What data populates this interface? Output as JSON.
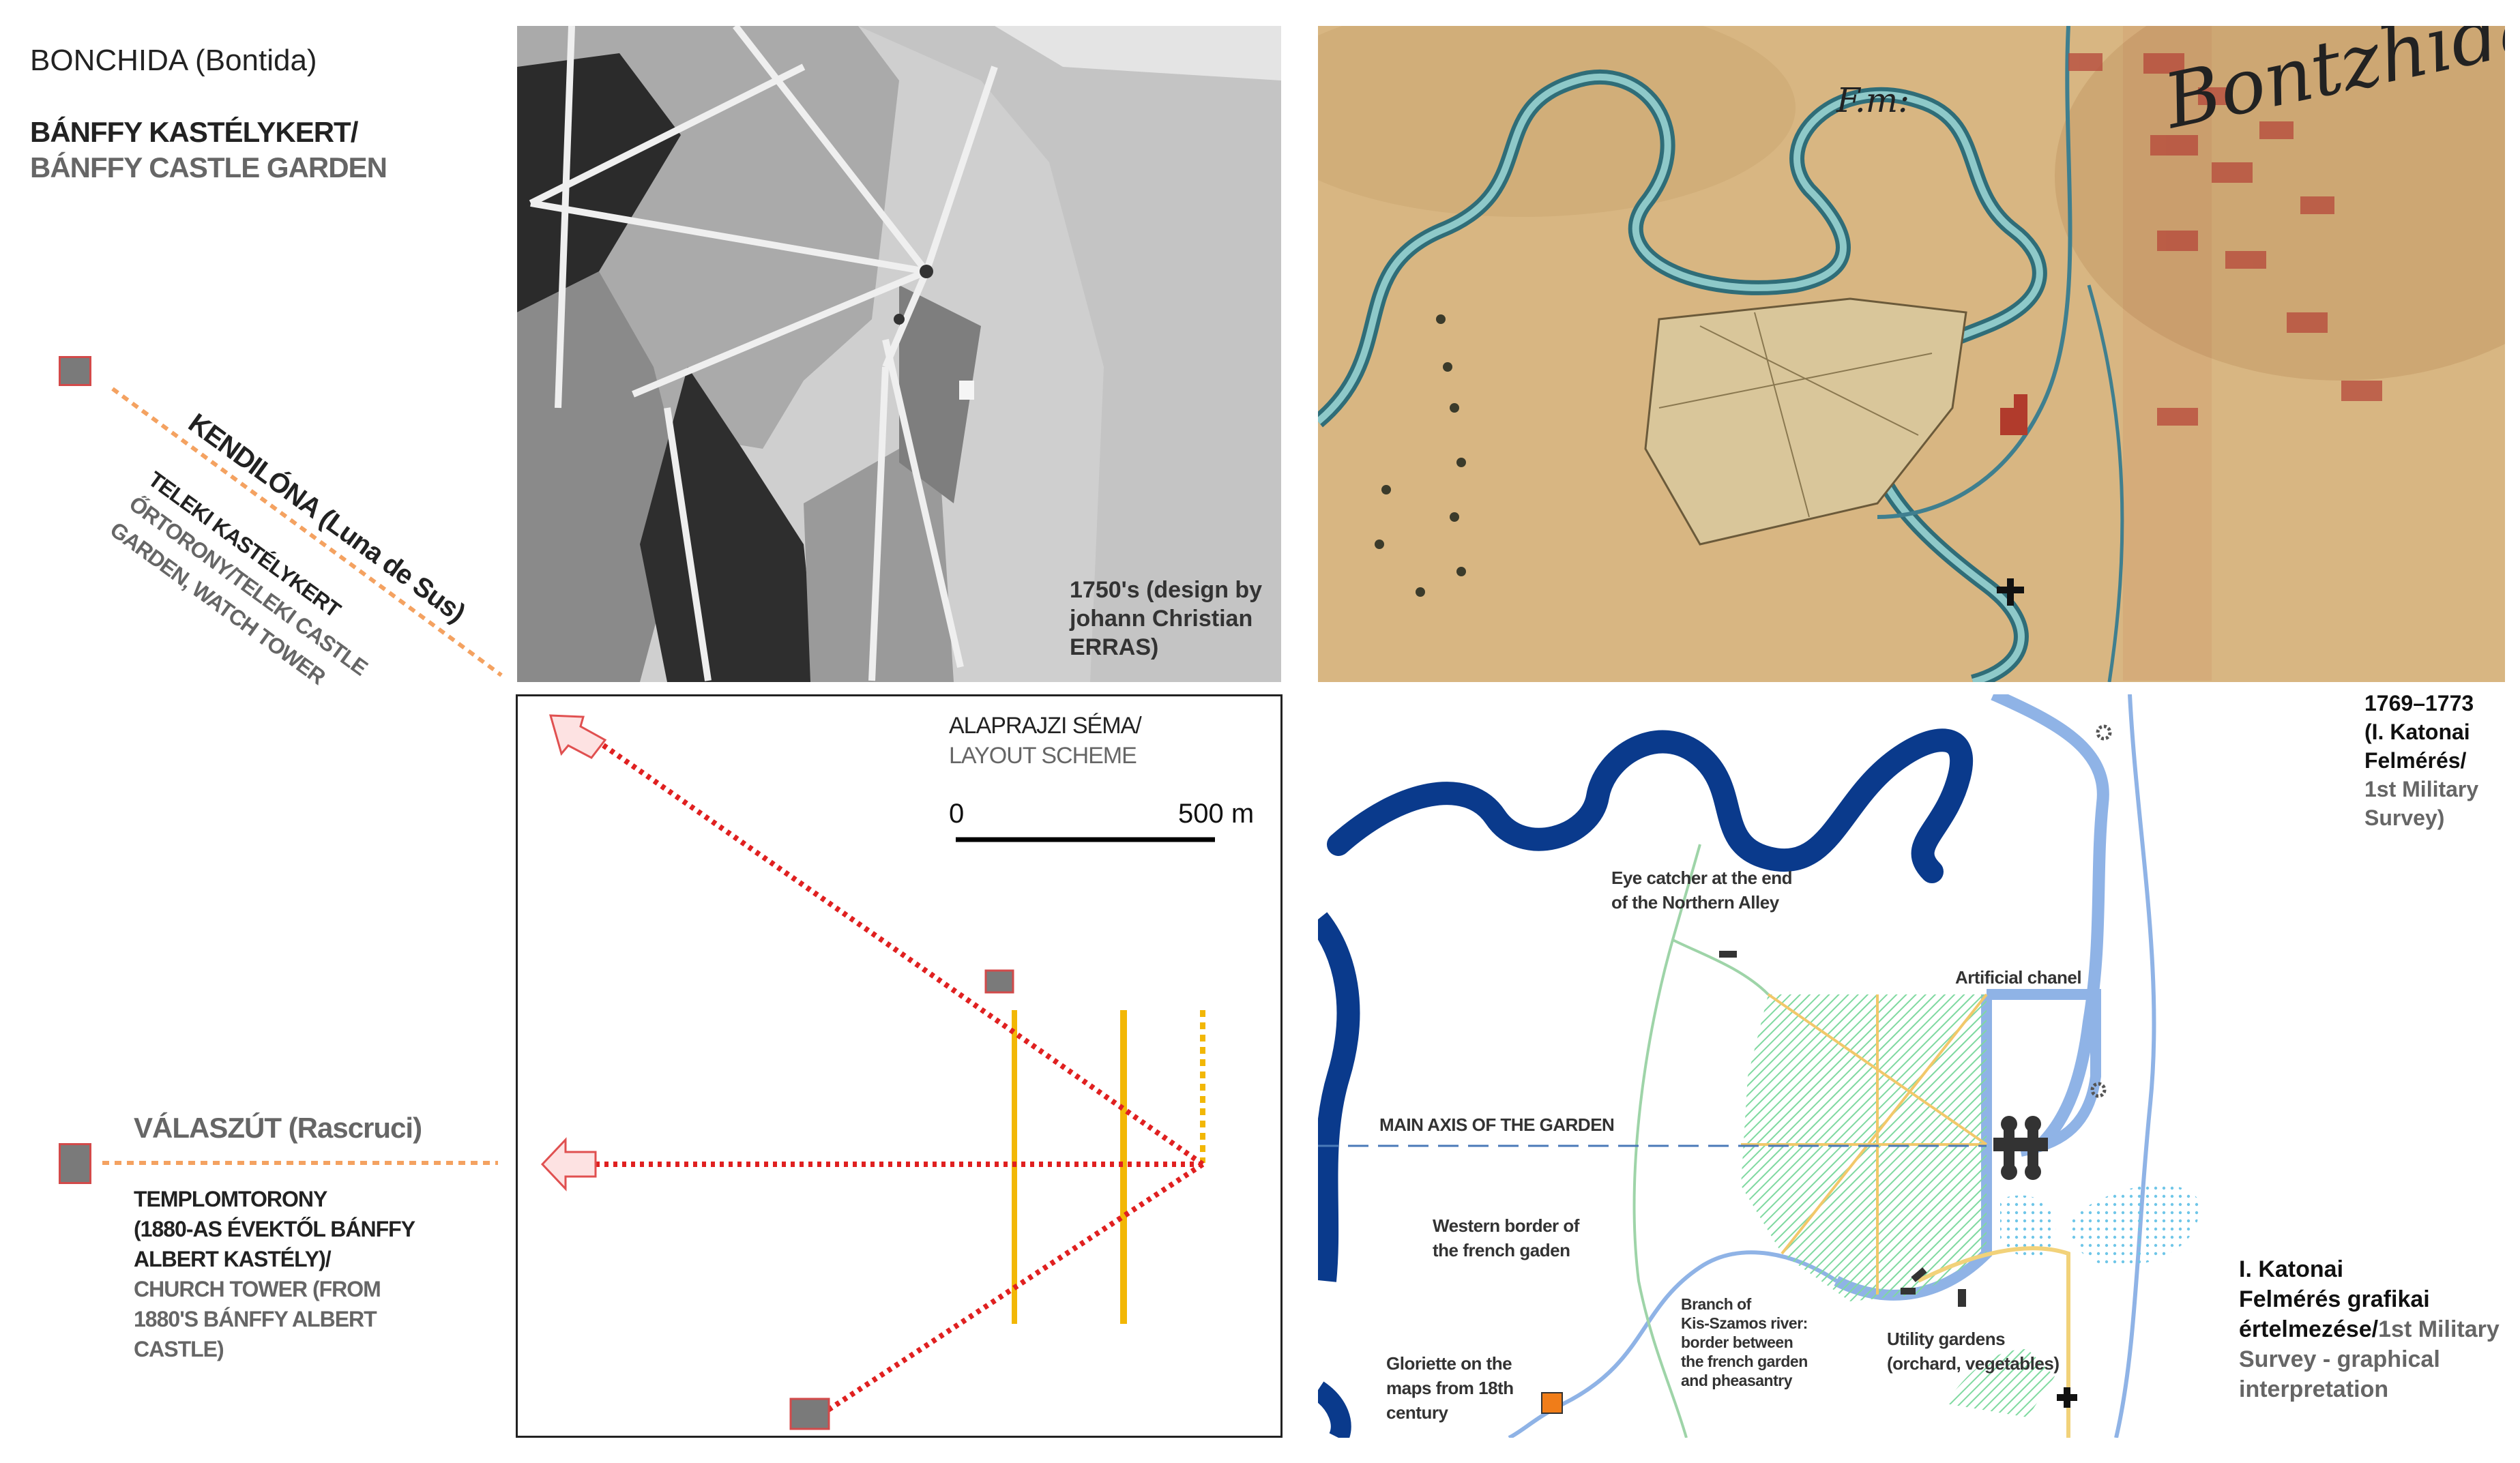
{
  "header": {
    "place": "BONCHIDA (Bontida)",
    "garden_hu": "BÁNFFY KASTÉLYKERT/",
    "garden_en": "BÁNFFY CASTLE GARDEN"
  },
  "viewpoints": {
    "kendilona": {
      "title": "KENDILÓNA (Luna de Sus)",
      "hu": "TELEKI KASTÉLYKERT",
      "mixed": "ŐRTORONY/TELEKI CASTLE",
      "en": "GARDEN, WATCH TOWER"
    },
    "valaszut": {
      "title": "VÁLASZÚT (Rascruci)",
      "hu_lines": [
        "TEMPLOMTORONY",
        "(1880-AS ÉVEKTŐL BÁNFFY",
        "ALBERT KASTÉLY)/"
      ],
      "en_lines": [
        "CHURCH TOWER (FROM",
        "1880'S BÁNFFY ALBERT",
        "CASTLE)"
      ]
    }
  },
  "photo_1750": {
    "caption_lines": [
      "1750's (design by",
      "johann Christian",
      "ERRAS)"
    ]
  },
  "map_1769": {
    "map_text_1": "Bontzhida",
    "map_text_2": "F.m:",
    "caption_lines": [
      "1769–1773",
      "(I. Katonai",
      "Felmérés/"
    ],
    "caption_en_lines": [
      "1st Military",
      "Survey)"
    ]
  },
  "layout_scheme": {
    "title_hu": "ALAPRAJZI SÉMA/",
    "title_en": "LAYOUT SCHEME",
    "scale_start": "0",
    "scale_end": "500 m"
  },
  "graphical_interpretation": {
    "labels": {
      "eye_catcher": [
        "Eye catcher at the end",
        "of the Northern Alley"
      ],
      "artificial_chanel": "Artificial chanel",
      "main_axis": "MAIN AXIS OF THE GARDEN",
      "western_border": [
        "Western border of",
        "the french gaden"
      ],
      "branch": [
        "Branch of",
        "Kis-Szamos river:",
        "border between",
        "the french garden",
        "and pheasantry"
      ],
      "utility": [
        "Utility gardens",
        "(orchard, vegetables)"
      ],
      "gloriette": [
        "Gloriette on the",
        "maps from 18th",
        "century"
      ]
    },
    "caption_hu_lines": [
      "I. Katonai",
      "Felmérés grafikai",
      "értelmezése/"
    ],
    "caption_mixed": "1st Military",
    "caption_en_lines": [
      "Survey - graphical",
      "interpretation"
    ]
  },
  "colors": {
    "river_dark": "#0a3a8c",
    "canal_blue": "#8fb3e6",
    "garden_green": "#7fd9a0",
    "axis_yellow": "#f2b705",
    "sight_red": "#e02020",
    "marker_grey": "#7a7a7a",
    "marker_border": "#d24a4a",
    "gloriette_orange": "#f07d19"
  }
}
